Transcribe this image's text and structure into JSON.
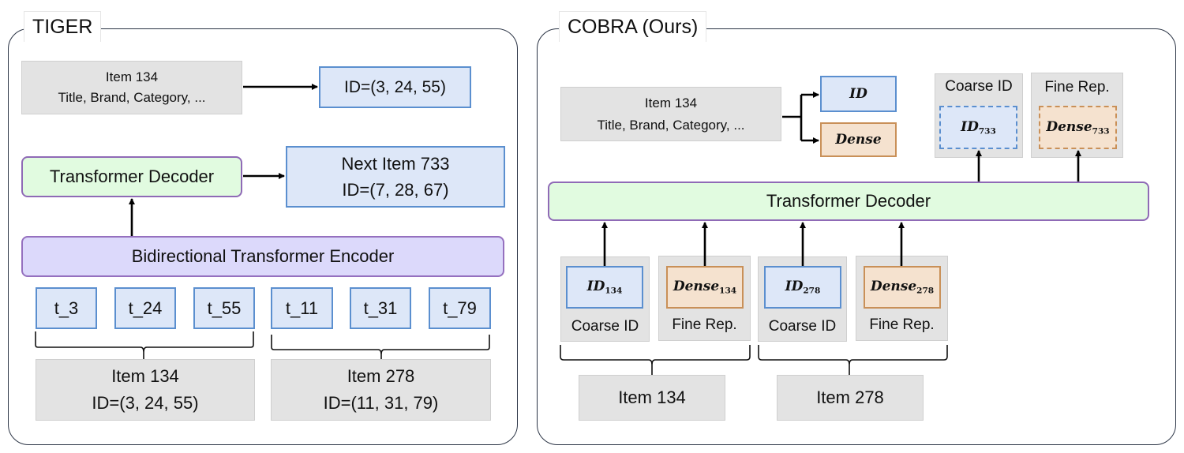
{
  "tiger": {
    "title": "TIGER",
    "item_info": {
      "line1": "Item 134",
      "line2": "Title, Brand, Category, ..."
    },
    "item_id": "ID=(3, 24, 55)",
    "decoder": "Transformer Decoder",
    "next_item": {
      "line1": "Next Item 733",
      "line2": "ID=(7, 28, 67)"
    },
    "encoder": "Bidirectional Transformer Encoder",
    "tokens": [
      "t_3",
      "t_24",
      "t_55",
      "t_11",
      "t_31",
      "t_79"
    ],
    "items": [
      {
        "line1": "Item 134",
        "line2": "ID=(3, 24, 55)"
      },
      {
        "line1": "Item 278",
        "line2": "ID=(11, 31, 79)"
      }
    ]
  },
  "cobra": {
    "title": "COBRA (Ours)",
    "item_info": {
      "line1": "Item 134",
      "line2": "Title, Brand, Category, ..."
    },
    "out_id": "ID",
    "out_dense": "Dense",
    "outputs": [
      {
        "label": "Coarse ID",
        "sym": "ID",
        "sub": "733"
      },
      {
        "label": "Fine Rep.",
        "sym": "Dense",
        "sub": "733"
      }
    ],
    "decoder": "Transformer Decoder",
    "inputs": [
      {
        "label": "Coarse ID",
        "sym": "ID",
        "sub": "134"
      },
      {
        "label": "Fine Rep.",
        "sym": "Dense",
        "sub": "134"
      },
      {
        "label": "Coarse ID",
        "sym": "ID",
        "sub": "278"
      },
      {
        "label": "Fine Rep.",
        "sym": "Dense",
        "sub": "278"
      }
    ],
    "items": [
      "Item 134",
      "Item 278"
    ]
  },
  "colors": {
    "gray": "#e3e3e3",
    "blue": "#dde7f8",
    "orange": "#f5e2cf",
    "green": "#e1fbe0",
    "purple": "#dcd9fb"
  }
}
